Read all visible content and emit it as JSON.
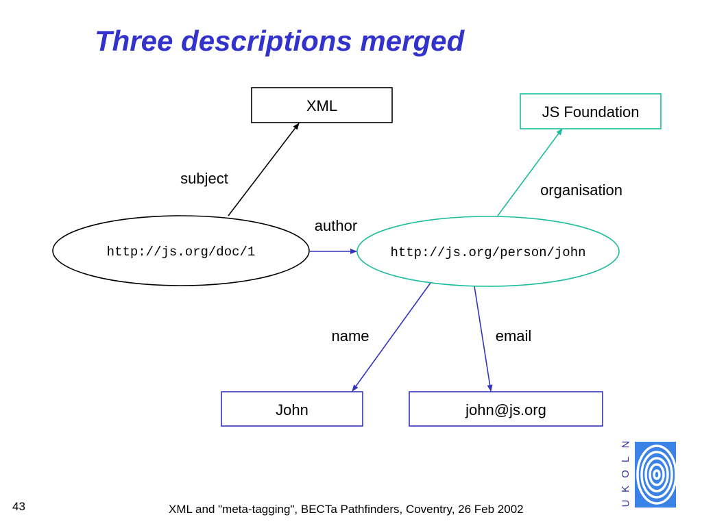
{
  "slide": {
    "title": "Three descriptions merged",
    "page_number": "43",
    "footer": "XML and \"meta-tagging\", BECTa Pathfinders, Coventry, 26 Feb 2002"
  },
  "nodes": {
    "doc": "http://js.org/doc/1",
    "person": "http://js.org/person/john",
    "xml": "XML",
    "foundation": "JS Foundation",
    "john": "John",
    "email_value": "john@js.org"
  },
  "edges": {
    "subject": "subject",
    "author": "author",
    "organisation": "organisation",
    "name": "name",
    "email": "email"
  },
  "logo": {
    "letters": [
      "U",
      "K",
      "O",
      "L",
      "N"
    ]
  },
  "colors": {
    "title": "#3333cc",
    "teal": "#1abc9c",
    "blue": "#3333bb",
    "black": "#000000"
  }
}
